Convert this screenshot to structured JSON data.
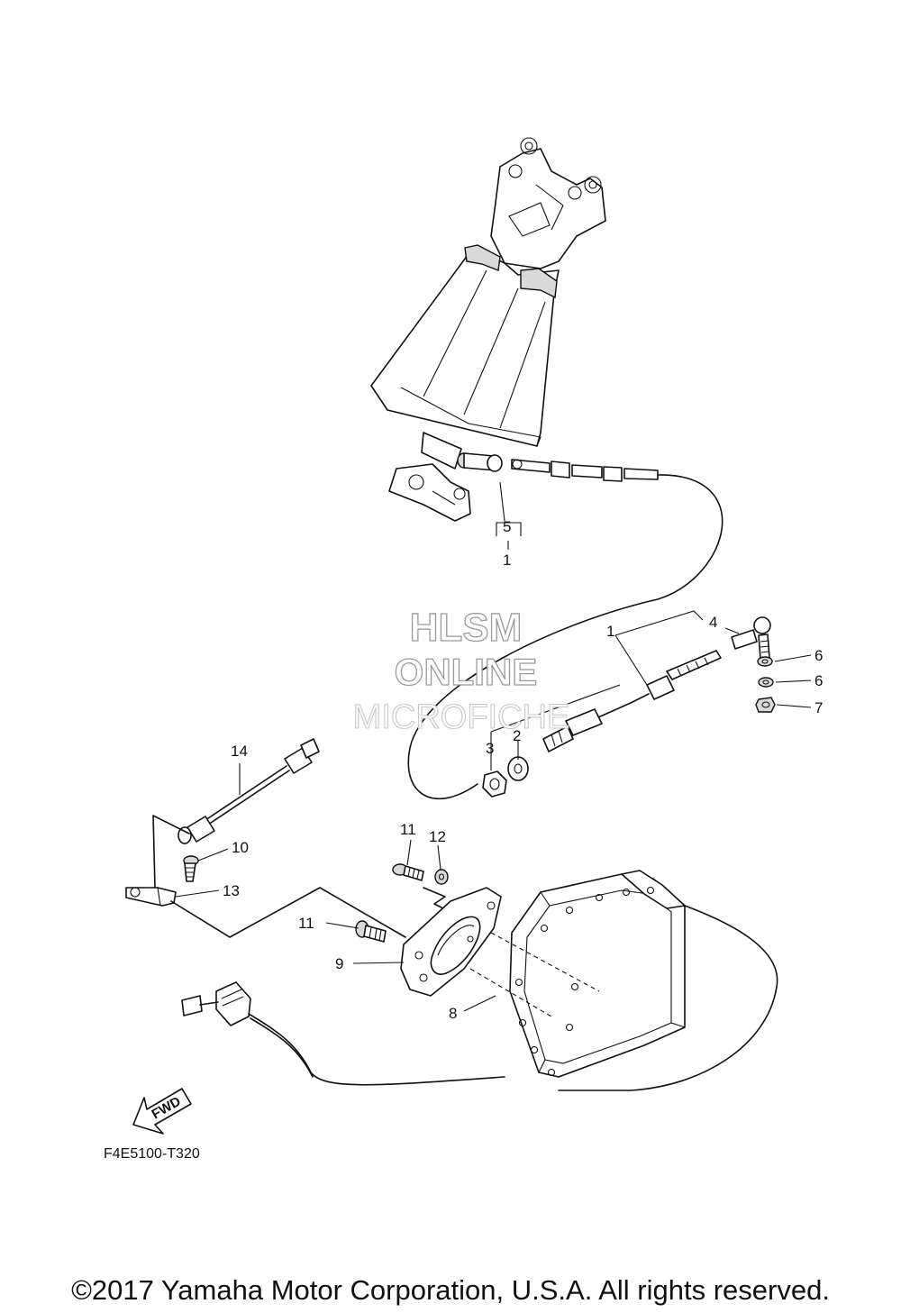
{
  "diagram": {
    "callouts": [
      "1",
      "1",
      "2",
      "3",
      "4",
      "5",
      "6",
      "6",
      "7",
      "8",
      "9",
      "10",
      "11",
      "11",
      "12",
      "13",
      "14"
    ],
    "fwd_label": "FWD",
    "figure_code": "F4E5100-T320"
  },
  "watermark": {
    "line1": "HLSM",
    "line2": "ONLINE",
    "line3": "MICROFICHE"
  },
  "footer": {
    "copyright": "©2017 Yamaha Motor Corporation, U.S.A. All rights reserved."
  }
}
